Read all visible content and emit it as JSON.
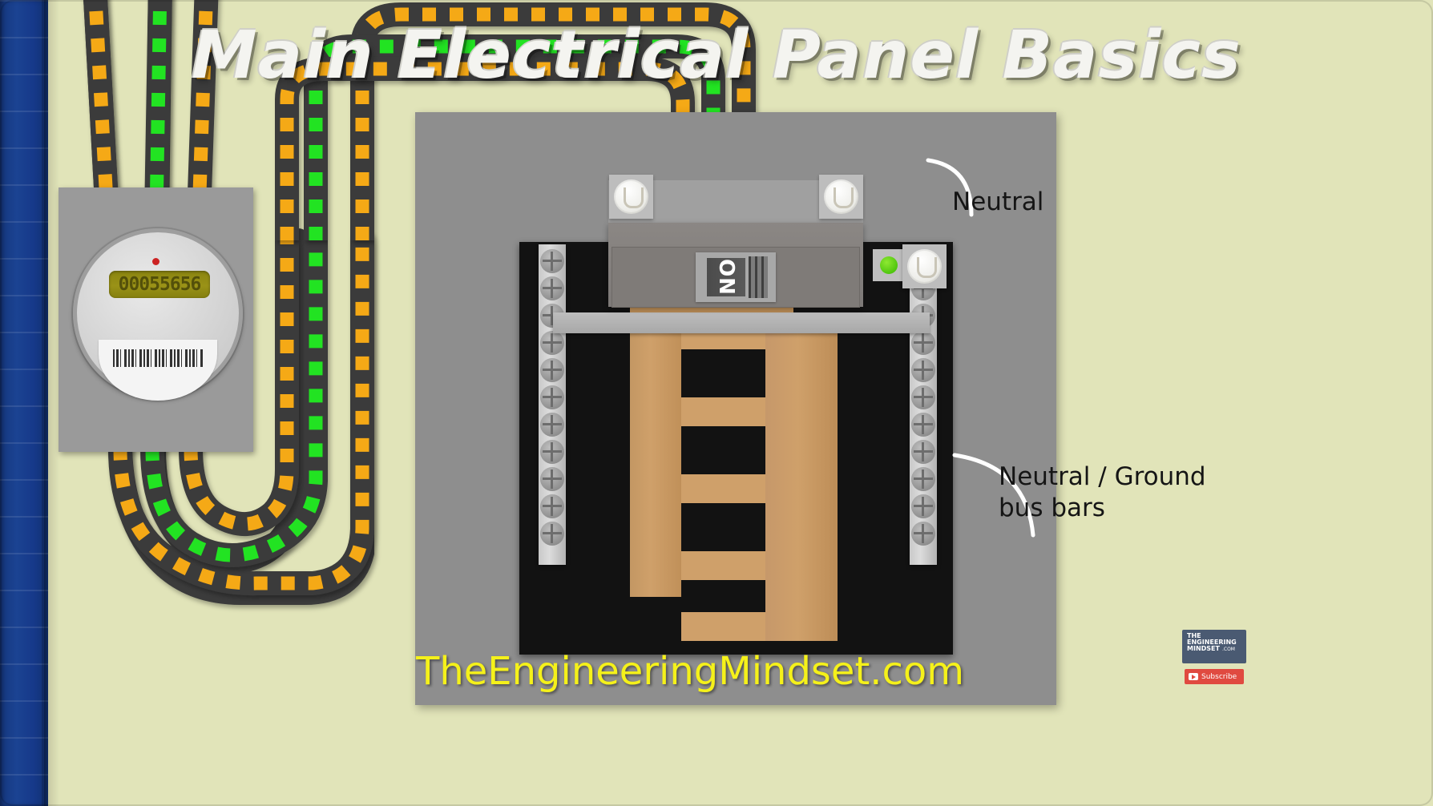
{
  "title": "Main Electrical Panel Basics",
  "watermark": "TheEngineeringMindset.com",
  "meter": {
    "reading": "00055656",
    "name": "electricity-meter"
  },
  "breaker": {
    "state_label": "ON"
  },
  "callouts": [
    {
      "id": "neutral",
      "text": "Neutral"
    },
    {
      "id": "neutral-ground-bus-bars",
      "text": "Neutral / Ground\nbus bars"
    }
  ],
  "badge": {
    "line1": "THE",
    "line2": "ENGINEERING",
    "line3": "MINDSET",
    "dotcom": ".COM",
    "subscribe": "Subscribe"
  },
  "colors": {
    "background": "#e1e4b9",
    "blue_strip": "#1b4392",
    "panel_body": "#8e8e8e",
    "panel_interior": "#121212",
    "copper": "#cfa06a",
    "live_wire": "#f5a916",
    "neutral_wire": "#22e322",
    "wire_sheath": "#3b3b3b",
    "bus_bar": "#c9c9c9",
    "label_text": "#151515",
    "watermark_text": "#f5f11a",
    "lcd": "#8a8410",
    "badge_bg": "#4a5a72",
    "subscribe_bg": "#e04a40"
  },
  "wires": {
    "live_count": 2,
    "neutral_count": 1,
    "dash_style": "square-dashed"
  }
}
